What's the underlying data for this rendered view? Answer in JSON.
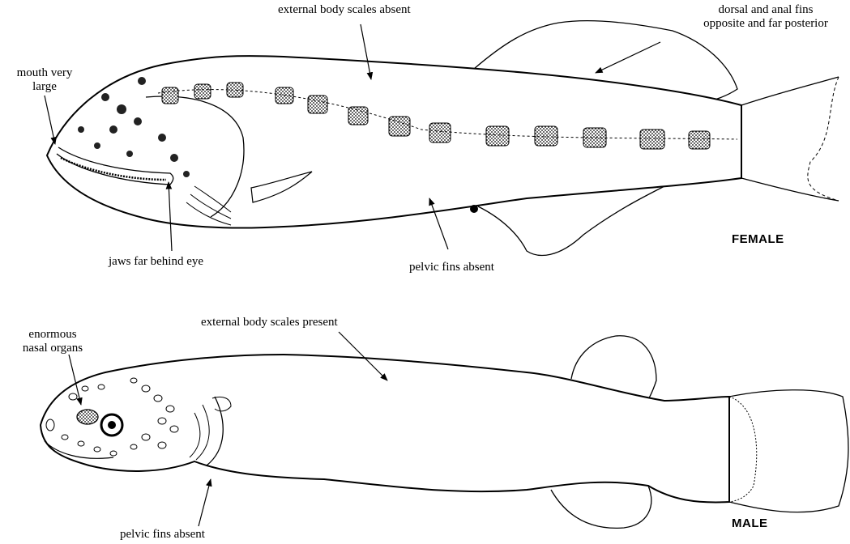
{
  "female": {
    "sex_label": "FEMALE",
    "annotations": {
      "scales": "external body scales absent",
      "fins_line1": "dorsal and anal fins",
      "fins_line2": "opposite and far posterior",
      "mouth_line1": "mouth very",
      "mouth_line2": "large",
      "jaws": "jaws far behind eye",
      "pelvic": "pelvic fins absent"
    }
  },
  "male": {
    "sex_label": "MALE",
    "annotations": {
      "nasal_line1": "enormous",
      "nasal_line2": "nasal organs",
      "scales": "external body scales present",
      "pelvic": "pelvic fins absent"
    }
  }
}
